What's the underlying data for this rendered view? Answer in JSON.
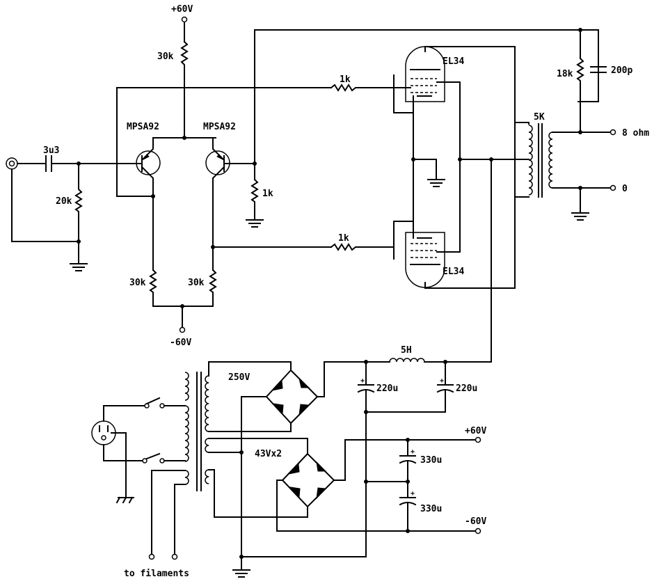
{
  "labels": {
    "plus60_top": "+60V",
    "r_top": "30k",
    "q1": "MPSA92",
    "q2": "MPSA92",
    "c_in": "3u3",
    "r_in": "20k",
    "r_pot": "1k",
    "r_grid_top": "1k",
    "r_grid_bot": "1k",
    "r_em_left": "30k",
    "r_em_right": "30k",
    "minus60_top": "-60V",
    "tube_top": "EL34",
    "tube_bot": "EL34",
    "r_fb": "18k",
    "c_fb": "200p",
    "opt": "5K",
    "out_8ohm": "8 ohm",
    "out_0": "0",
    "choke": "5H",
    "c220a": "220u",
    "c220b": "220u",
    "v250": "250V",
    "v43": "43Vx2",
    "plus60_psu": "+60V",
    "minus60_psu": "-60V",
    "c330a": "330u",
    "c330b": "330u",
    "filaments": "to filaments"
  }
}
